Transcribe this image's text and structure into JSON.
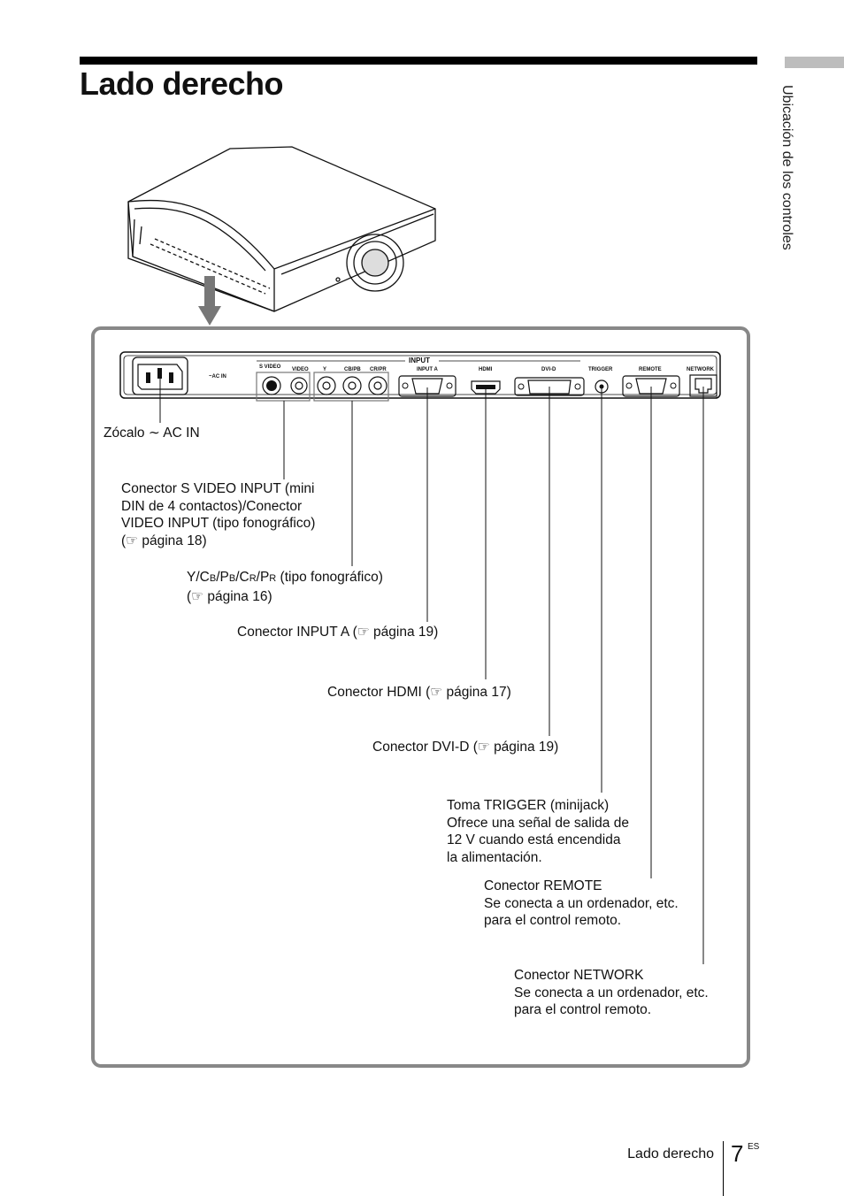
{
  "page": {
    "title": "Lado derecho",
    "section_vertical": "Ubicación de los controles",
    "footer_label": "Lado derecho",
    "page_number": "7",
    "page_suffix": "ES"
  },
  "panel": {
    "input_header": "INPUT",
    "ac_in": "~AC IN",
    "s_video": "S VIDEO",
    "video": "VIDEO",
    "y": "Y",
    "cb_pb": "CB/PB",
    "cr_pr": "CR/PR",
    "input_a": "INPUT A",
    "hdmi": "HDMI",
    "dvi_d": "DVI-D",
    "trigger": "TRIGGER",
    "remote": "REMOTE",
    "network": "NETWORK"
  },
  "labels": {
    "ac_in": {
      "prefix": "Zócalo",
      "suffix": "AC IN"
    },
    "s_video": {
      "line1": "Conector S VIDEO INPUT (mini",
      "line2": "DIN de 4 contactos)/Conector",
      "line3": "VIDEO INPUT (tipo fonográfico)",
      "line4": "(☞ página 18)"
    },
    "component": {
      "y": "Y/C",
      "b": "B",
      "p1": "/P",
      "b2": "B",
      "c": "/C",
      "r": "R",
      "p2": "/P",
      "r2": "R",
      "rest": " (tipo fonográfico)",
      "line2": "(☞ página 16)"
    },
    "input_a": "Conector INPUT A (☞ página 19)",
    "hdmi": "Conector HDMI (☞ página 17)",
    "dvi_d": "Conector DVI-D (☞ página 19)",
    "trigger": {
      "line1": "Toma TRIGGER (minijack)",
      "line2": "Ofrece una señal de salida de",
      "line3": "12 V cuando está encendida",
      "line4": "la alimentación."
    },
    "remote": {
      "line1": "Conector REMOTE",
      "line2": "Se conecta a un ordenador, etc.",
      "line3": "para el control remoto."
    },
    "network": {
      "line1": "Conector NETWORK",
      "line2": "Se conecta a un ordenador, etc.",
      "line3": "para el control remoto."
    }
  }
}
